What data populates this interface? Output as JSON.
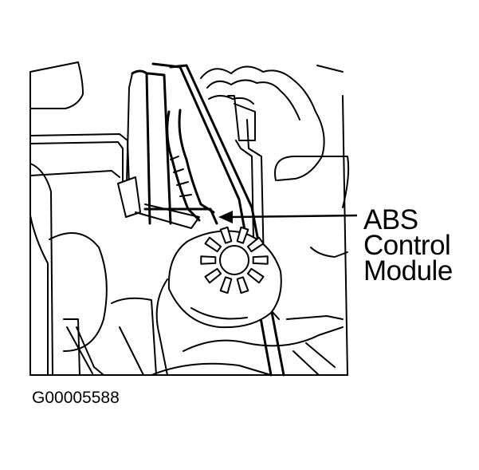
{
  "callout": {
    "line1": "ABS",
    "line2": "Control",
    "line3": "Module"
  },
  "figure_id": "G00005588",
  "colors": {
    "ink": "#000000",
    "paper": "#ffffff"
  }
}
